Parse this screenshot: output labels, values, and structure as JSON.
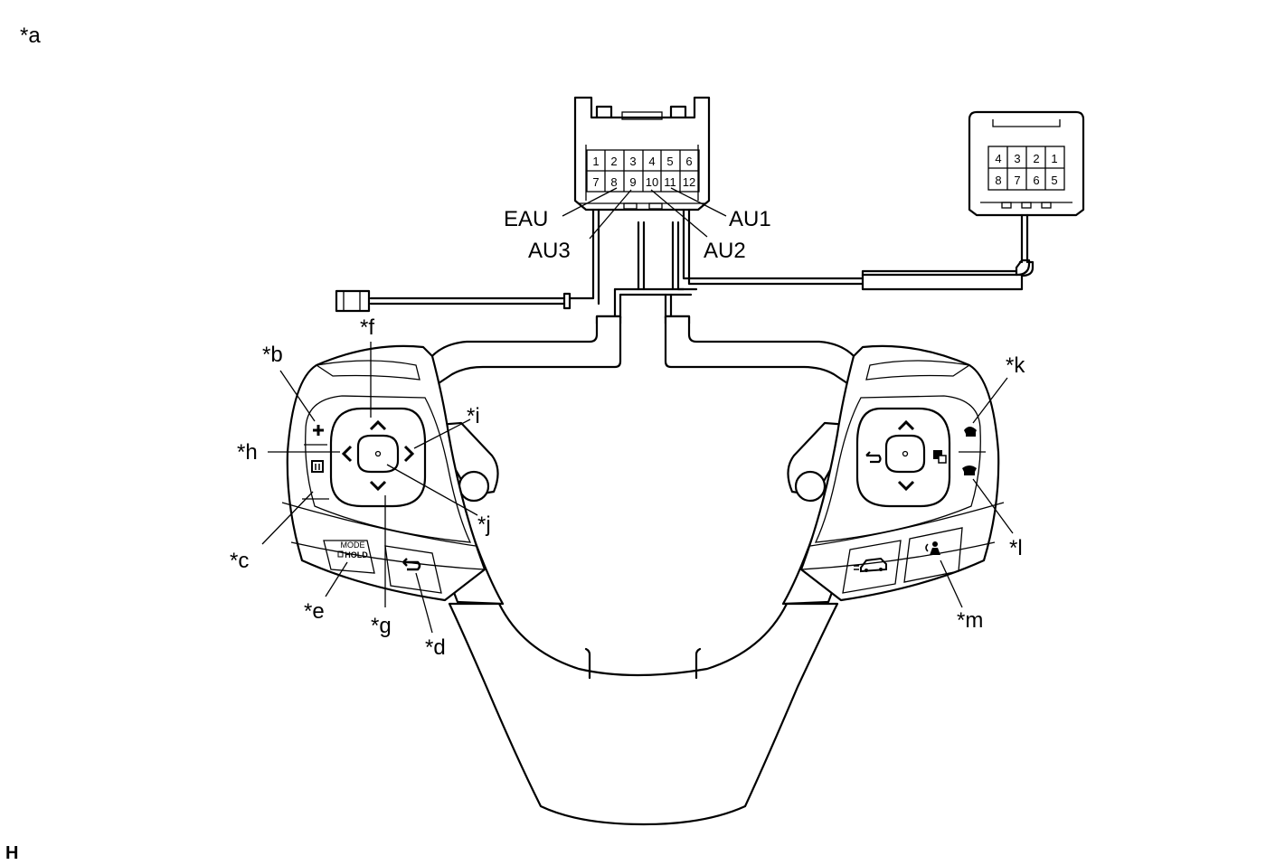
{
  "figure_label": "*a",
  "code": "H",
  "connector_big": {
    "pins_top": [
      "1",
      "2",
      "3",
      "4",
      "5",
      "6"
    ],
    "pins_bottom": [
      "7",
      "8",
      "9",
      "10",
      "11",
      "12"
    ]
  },
  "connector_small": {
    "pins_top": [
      "4",
      "3",
      "2",
      "1"
    ],
    "pins_bottom": [
      "8",
      "7",
      "6",
      "5"
    ]
  },
  "terminals": {
    "eau": "EAU",
    "au3": "AU3",
    "au1": "AU1",
    "au2": "AU2"
  },
  "callouts": {
    "b": "*b",
    "c": "*c",
    "d": "*d",
    "e": "*e",
    "f": "*f",
    "g": "*g",
    "h": "*h",
    "i": "*i",
    "j": "*j",
    "k": "*k",
    "l": "*l",
    "m": "*m"
  },
  "button_text": {
    "mode": "MODE",
    "hold": "HOLD"
  },
  "icons": [
    "plus-icon",
    "up-arrow-icon",
    "down-arrow-icon",
    "left-arrow-icon",
    "right-arrow-icon",
    "return-icon",
    "phone-on-hook-icon",
    "phone-off-hook-icon",
    "voice-icon",
    "car-icon",
    "display-icon"
  ]
}
